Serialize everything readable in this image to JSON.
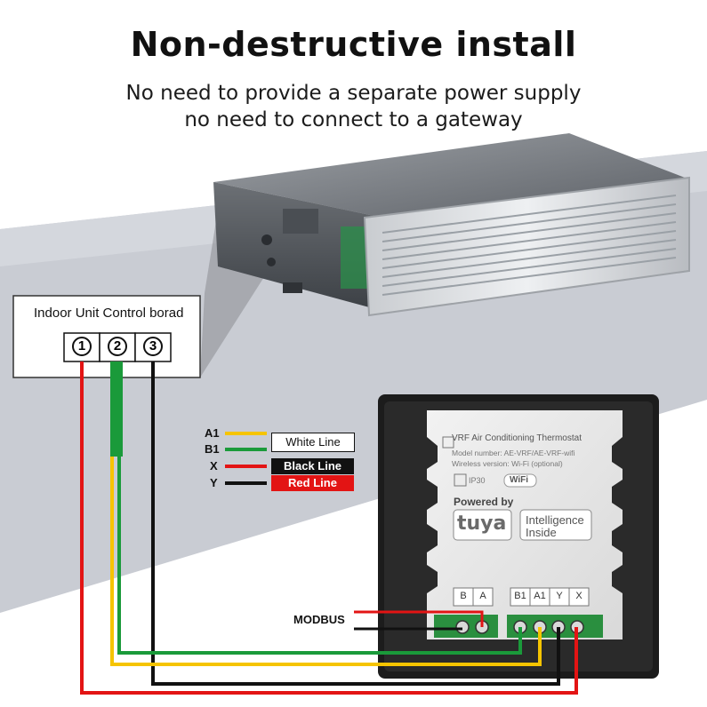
{
  "header": {
    "title": "Non-destructive install",
    "subtitle_line1": "No need to provide a separate power supply",
    "subtitle_line2": "no need to connect to a gateway"
  },
  "control_board": {
    "label": "Indoor Unit Control borad",
    "terminals": [
      "1",
      "2",
      "3"
    ]
  },
  "legend": {
    "items": [
      {
        "code": "A1",
        "color": "#f5c400"
      },
      {
        "code": "B1",
        "color": "#1a9a3a"
      },
      {
        "code": "X",
        "color": "#e31414"
      },
      {
        "code": "Y",
        "color": "#111111"
      }
    ],
    "white_line": "White Line",
    "black_line": "Black Line",
    "red_line": "Red Line"
  },
  "thermostat": {
    "title": "VRF Air Conditioning Thermostat",
    "model": "Model number: AE-VRF/AE-VRF-wifi",
    "wireless": "Wireless version: Wi-Fi (optional)",
    "ip_rating": "IP30",
    "wifi": "WiFi",
    "powered_by": "Powered by",
    "brand": "tuya",
    "intelligence_line1": "Intelligence",
    "intelligence_line2": "Inside",
    "terminals": [
      "B",
      "A",
      "B1",
      "A1",
      "Y",
      "X"
    ],
    "modbus_label": "MODBUS"
  },
  "colors": {
    "yellow": "#f5c400",
    "green": "#1a9a3a",
    "red": "#e31414",
    "black": "#111111",
    "gray_band": "#c9ccd3"
  }
}
